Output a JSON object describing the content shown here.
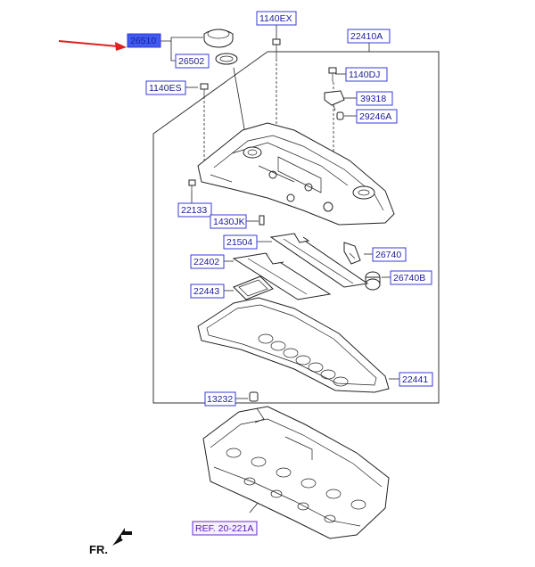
{
  "labels": {
    "p26510": "26510",
    "p1140EX": "1140EX",
    "p22410A": "22410A",
    "p26502": "26502",
    "p1140ES": "1140ES",
    "p1140DJ": "1140DJ",
    "p39318": "39318",
    "p29246A": "29246A",
    "p22133": "22133",
    "p1430JK": "1430JK",
    "p21504": "21504",
    "p26740": "26740",
    "p22402": "22402",
    "p26740B": "26740B",
    "p22443": "22443",
    "p22441": "22441",
    "p13232": "13232",
    "ref": "REF. 20-221A",
    "front": "FR."
  },
  "colors": {
    "highlight": "#3d5bf0",
    "pointer_arrow": "#e02020",
    "label_border": "#3a3ad8",
    "ref_border": "#6a2bd0"
  }
}
